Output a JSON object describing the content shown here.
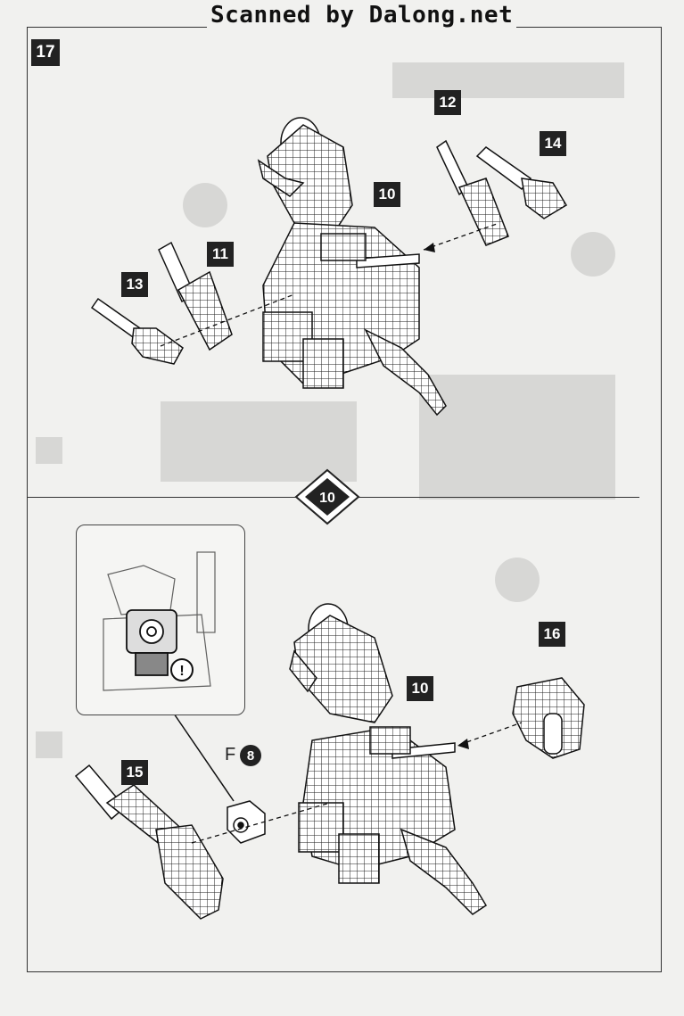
{
  "header": {
    "scan_credit": "Scanned by Dalong.net"
  },
  "step": {
    "number": "17"
  },
  "divider": {
    "symbol": "10"
  },
  "top_panel": {
    "callouts": [
      "10",
      "11",
      "12",
      "13",
      "14"
    ]
  },
  "bottom_panel": {
    "callouts": [
      "10",
      "15",
      "16"
    ],
    "detail_warning": "!",
    "part_letter": "F",
    "part_number": "8"
  }
}
